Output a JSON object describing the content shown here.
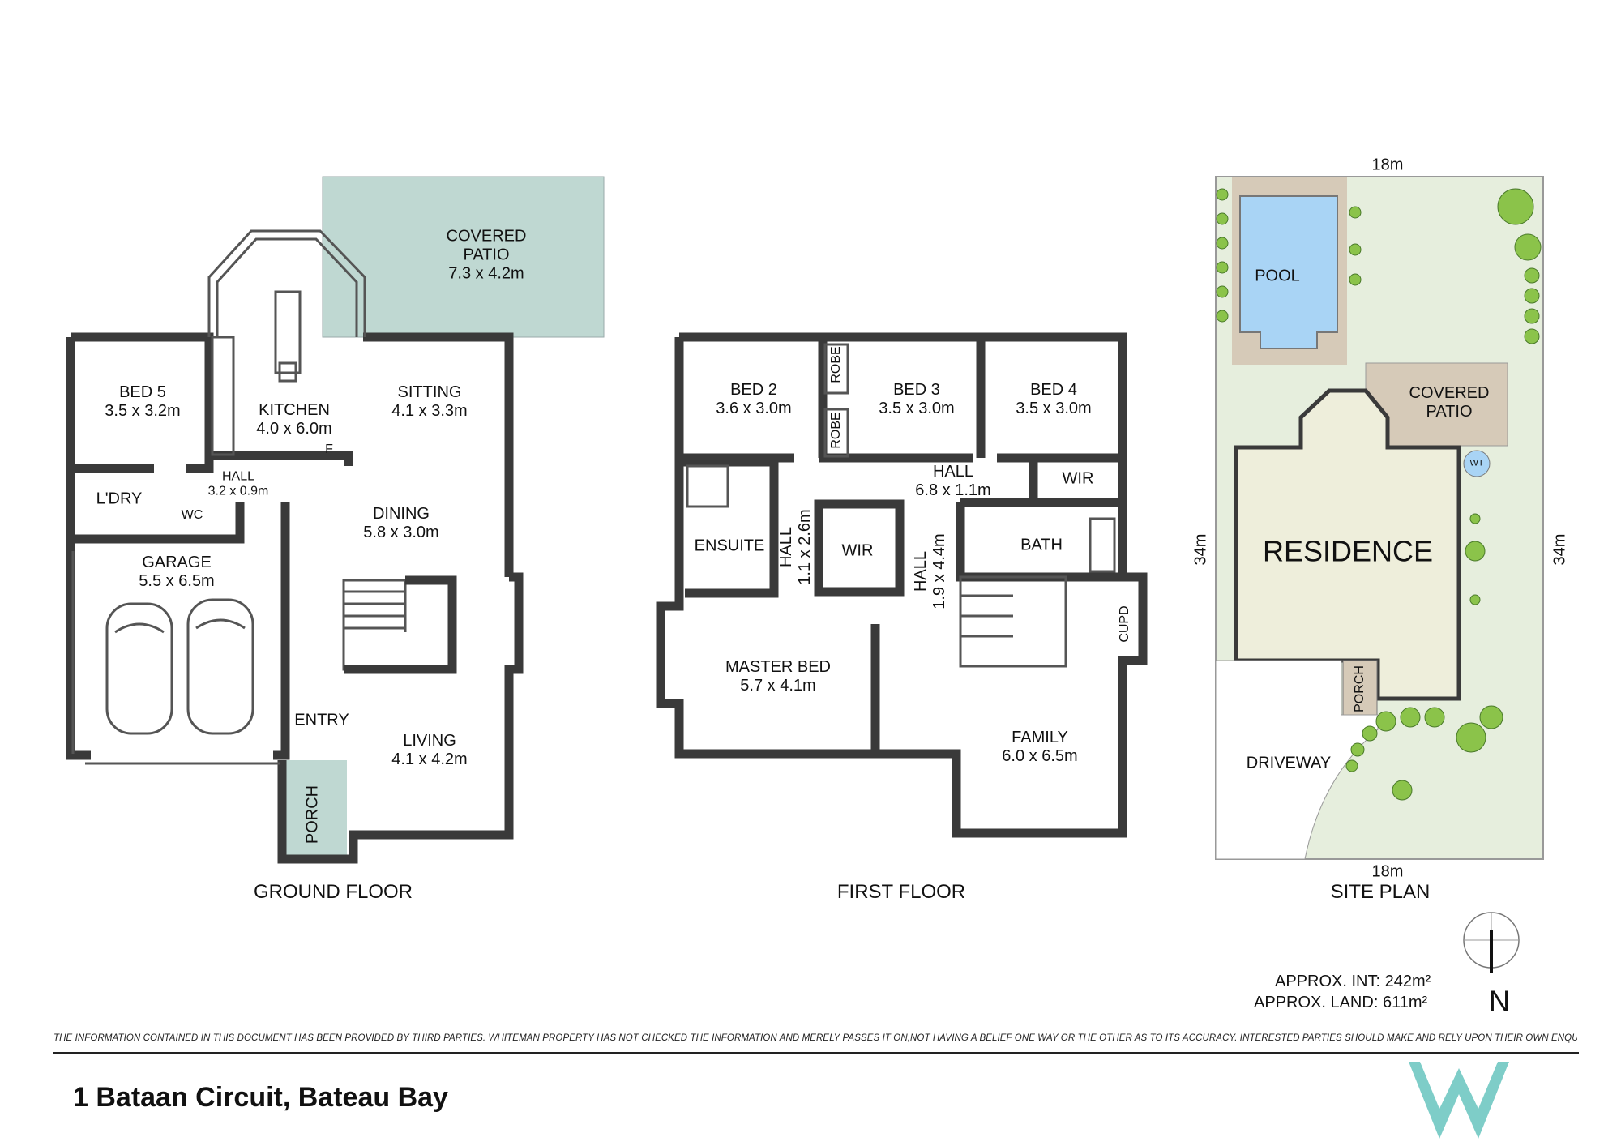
{
  "floors": {
    "ground": "GROUND FLOOR",
    "first": "FIRST FLOOR",
    "site": "SITE PLAN"
  },
  "ground_rooms": {
    "covered_patio": [
      "COVERED",
      "PATIO",
      "7.3 x 4.2m"
    ],
    "bed5": [
      "BED 5",
      "3.5 x 3.2m"
    ],
    "kitchen": [
      "KITCHEN",
      "4.0 x 6.0m"
    ],
    "sitting": [
      "SITTING",
      "4.1 x 3.3m"
    ],
    "hall": [
      "HALL",
      "3.2 x 0.9m"
    ],
    "laundry": "L'DRY",
    "wc": "WC",
    "garage": [
      "GARAGE",
      "5.5 x 6.5m"
    ],
    "dining": [
      "DINING",
      "5.8 x 3.0m"
    ],
    "entry": "ENTRY",
    "living": [
      "LIVING",
      "4.1 x 4.2m"
    ],
    "porch": "PORCH",
    "fridge": "F"
  },
  "first_rooms": {
    "bed2": [
      "BED 2",
      "3.6 x 3.0m"
    ],
    "bed3": [
      "BED 3",
      "3.5 x 3.0m"
    ],
    "bed4": [
      "BED 4",
      "3.5 x 3.0m"
    ],
    "robe_top": "ROBE",
    "robe_bottom": "ROBE",
    "hall_main": [
      "HALL",
      "6.8 x 1.1m"
    ],
    "wir_top": "WIR",
    "ensuite": "ENSUITE",
    "hall_small": [
      "HALL",
      "1.1 x 2.6m"
    ],
    "wir_mid": "WIR",
    "hall_vert": [
      "HALL",
      "1.9 x 4.4m"
    ],
    "bath": "BATH",
    "cupd": "CUPD",
    "master_bed": [
      "MASTER BED",
      "5.7 x 4.1m"
    ],
    "family": [
      "FAMILY",
      "6.0 x 6.5m"
    ]
  },
  "site": {
    "width_top": "18m",
    "width_bottom": "18m",
    "depth_left": "34m",
    "depth_right": "34m",
    "pool": "POOL",
    "covered_patio": [
      "COVERED",
      "PATIO"
    ],
    "water_tank": "WT",
    "residence": "RESIDENCE",
    "porch": "PORCH",
    "driveway": "DRIVEWAY"
  },
  "areas": {
    "int_label": "APPROX. INT:",
    "int_value": "242m²",
    "land_label": "APPROX. LAND:",
    "land_value": "611m²"
  },
  "compass": "N",
  "disclaimer": "THE INFORMATION CONTAINED IN THIS DOCUMENT HAS BEEN PROVIDED BY THIRD PARTIES. WHITEMAN PROPERTY HAS NOT CHECKED THE INFORMATION AND MERELY PASSES IT ON,NOT HAVING A BELIEF ONE WAY OR THE OTHER AS TO ITS ACCURACY. INTERESTED PARTIES SHOULD MAKE AND RELY UPON THEIR OWN ENQUIRIES.",
  "address": "1 Bataan Circuit, Bateau Bay",
  "colors": {
    "wall": "#3a3a3a",
    "patio": "#bfd8d2",
    "porch": "#bfd8d2",
    "pool": "#a9d4f5",
    "lawn": "#e6eedd",
    "residence": "#eeeedb",
    "site_patio": "#d6cab8",
    "logo": "#7ecdc8"
  }
}
